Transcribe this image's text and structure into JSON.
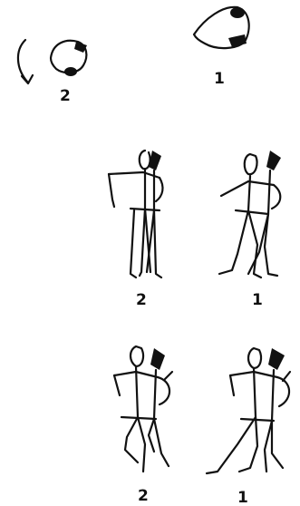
{
  "labels": {
    "top_left": "2",
    "top_right": "1",
    "mid_left": "2",
    "mid_right": "1",
    "bot_left": "2",
    "bot_right": "1"
  }
}
